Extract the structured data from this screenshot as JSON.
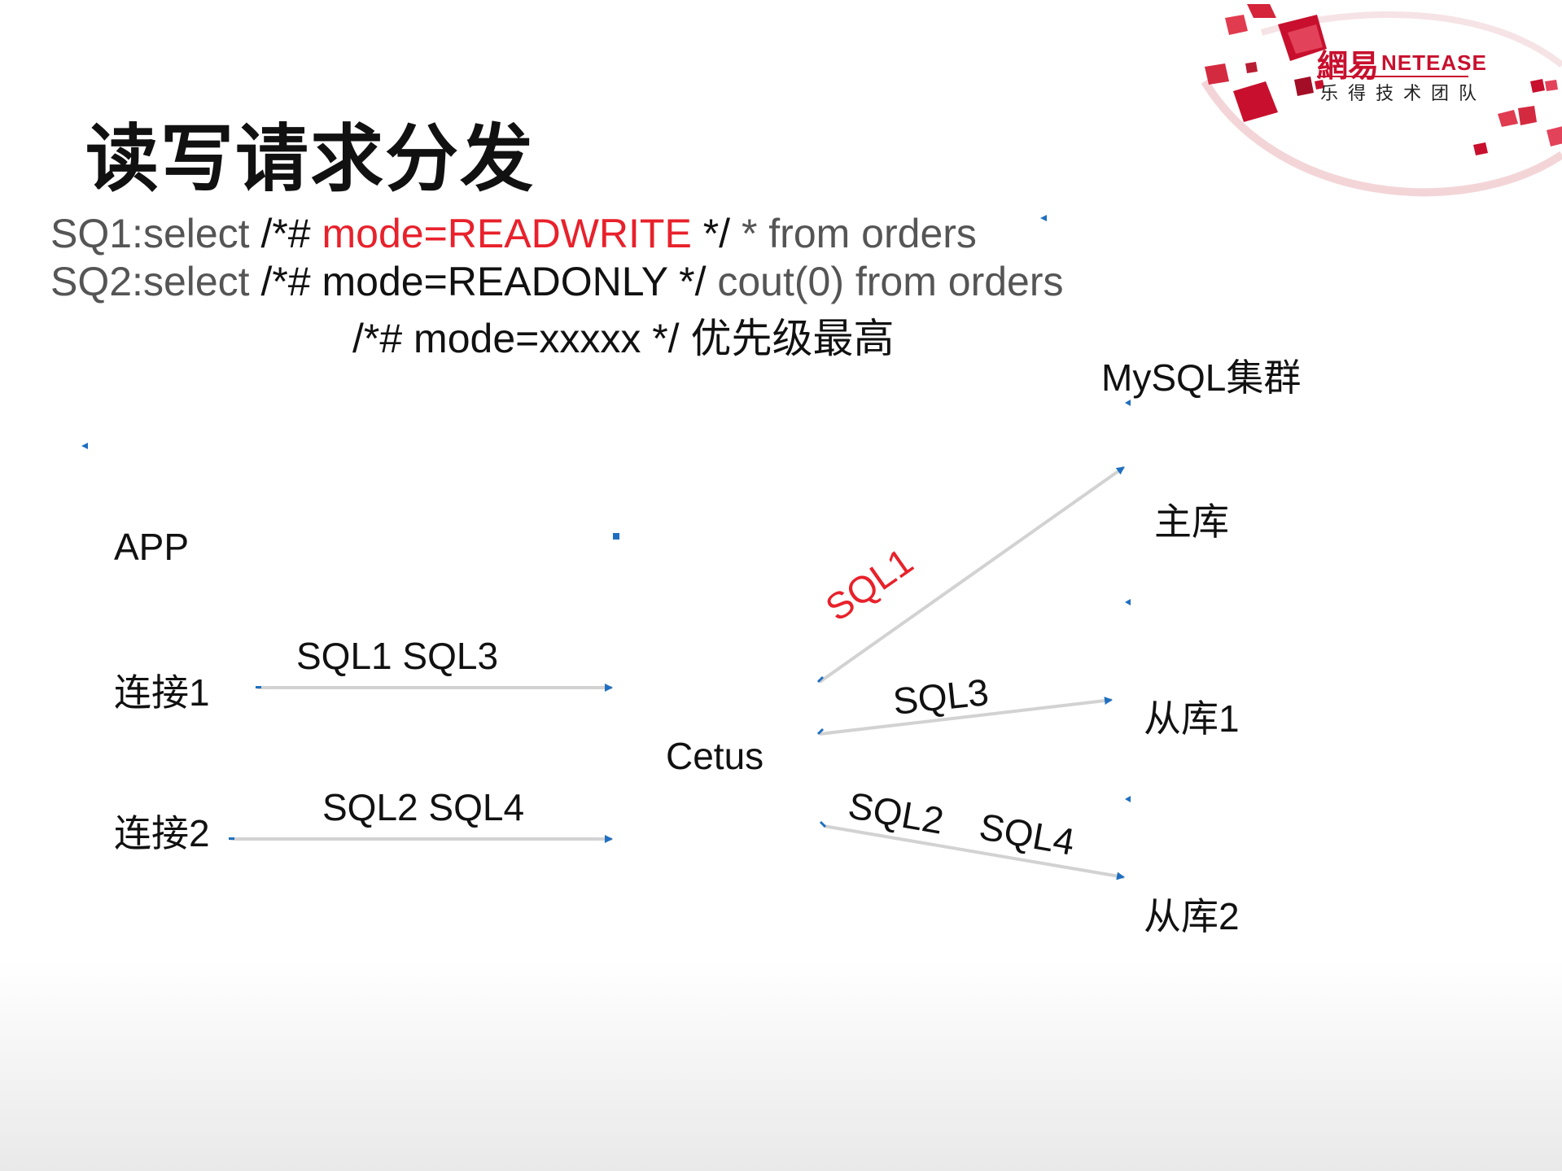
{
  "title": "读写请求分发",
  "sql_examples": {
    "line1": {
      "prefix": "SQ1:select ",
      "comment_open": "/*# ",
      "mode": "mode=READWRITE",
      "comment_close": " */ ",
      "rest": "* from orders"
    },
    "line2": {
      "prefix": "SQ2:select ",
      "hint": "/*# mode=READONLY */ ",
      "rest": "cout(0) from orders"
    },
    "line3": {
      "hint": "/*# mode=xxxxx */ ",
      "note": "优先级最高"
    }
  },
  "logo": {
    "cn": "網易",
    "en": "NETEASE",
    "sub": "乐得技术团队"
  },
  "nodes": {
    "app": "APP",
    "conn1": "连接1",
    "conn2": "连接2",
    "cetus": "Cetus",
    "cluster": "MySQL集群",
    "master": "主库",
    "slave1": "从库1",
    "slave2": "从库2"
  },
  "edges": {
    "conn1_sql": "SQL1 SQL3",
    "conn2_sql": "SQL2  SQL4",
    "to_master": "SQL1",
    "to_slave1": "SQL3",
    "to_slave2_a": "SQL2",
    "to_slave2_b": "SQL4"
  },
  "colors": {
    "accent_red": "#e8212b",
    "arrow_blue": "#1f6fc0",
    "line_gray": "#d2d2d2",
    "brand_red": "#c8102e"
  }
}
